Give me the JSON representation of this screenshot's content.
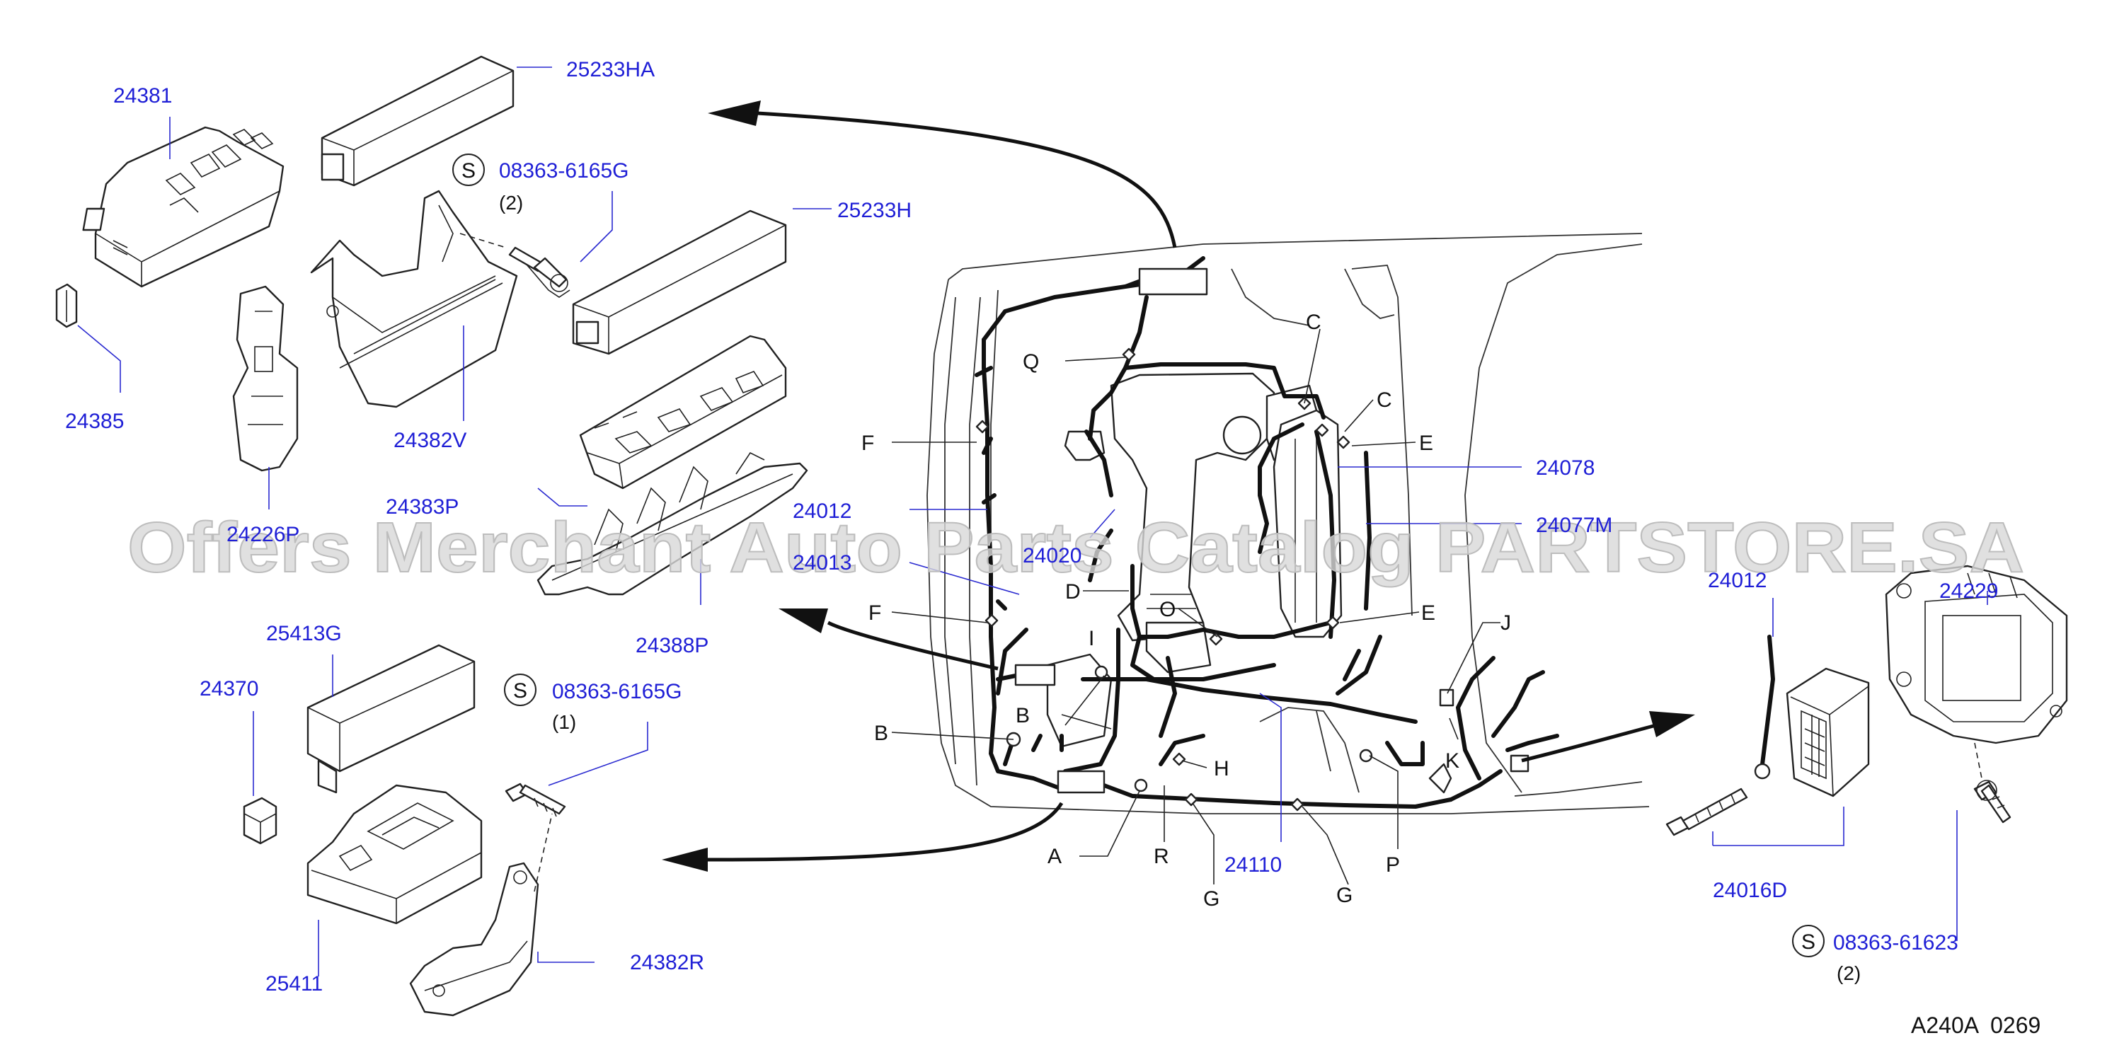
{
  "diagram": {
    "part_labels": {
      "p25233HA": "25233HA",
      "p24381": "24381",
      "p08363_6165G_a": "08363-6165G",
      "p25233H": "25233H",
      "p24385": "24385",
      "p24382V": "24382V",
      "p24383P": "24383P",
      "p24226P": "24226P",
      "p24012_a": "24012",
      "p24013": "24013",
      "p24388P": "24388P",
      "p25413G": "25413G",
      "p24370": "24370",
      "p08363_6165G_b": "08363-6165G",
      "p25411": "25411",
      "p24382R": "24382R",
      "p24078": "24078",
      "p24077M": "24077M",
      "p24020": "24020",
      "p24110": "24110",
      "p24012_b": "24012",
      "p24229": "24229",
      "p24016D": "24016D",
      "p08363_61623": "08363-61623"
    },
    "quantities": {
      "q_a": "(2)",
      "q_b": "(1)",
      "q_c": "(2)"
    },
    "screw_symbol": "S",
    "connector_letters": {
      "Q": "Q",
      "F1": "F",
      "F2": "F",
      "B1": "B",
      "B2": "B",
      "I": "I",
      "D": "D",
      "O": "O",
      "C1": "C",
      "C2": "C",
      "E1": "E",
      "E2": "E",
      "J": "J",
      "K": "K",
      "H": "H",
      "A": "A",
      "R": "R",
      "G1": "G",
      "G2": "G",
      "P": "P"
    },
    "watermark": "Offers Merchant Auto Parts Catalog PARTSTORE.SA",
    "reference_code": "A240A  0269"
  }
}
